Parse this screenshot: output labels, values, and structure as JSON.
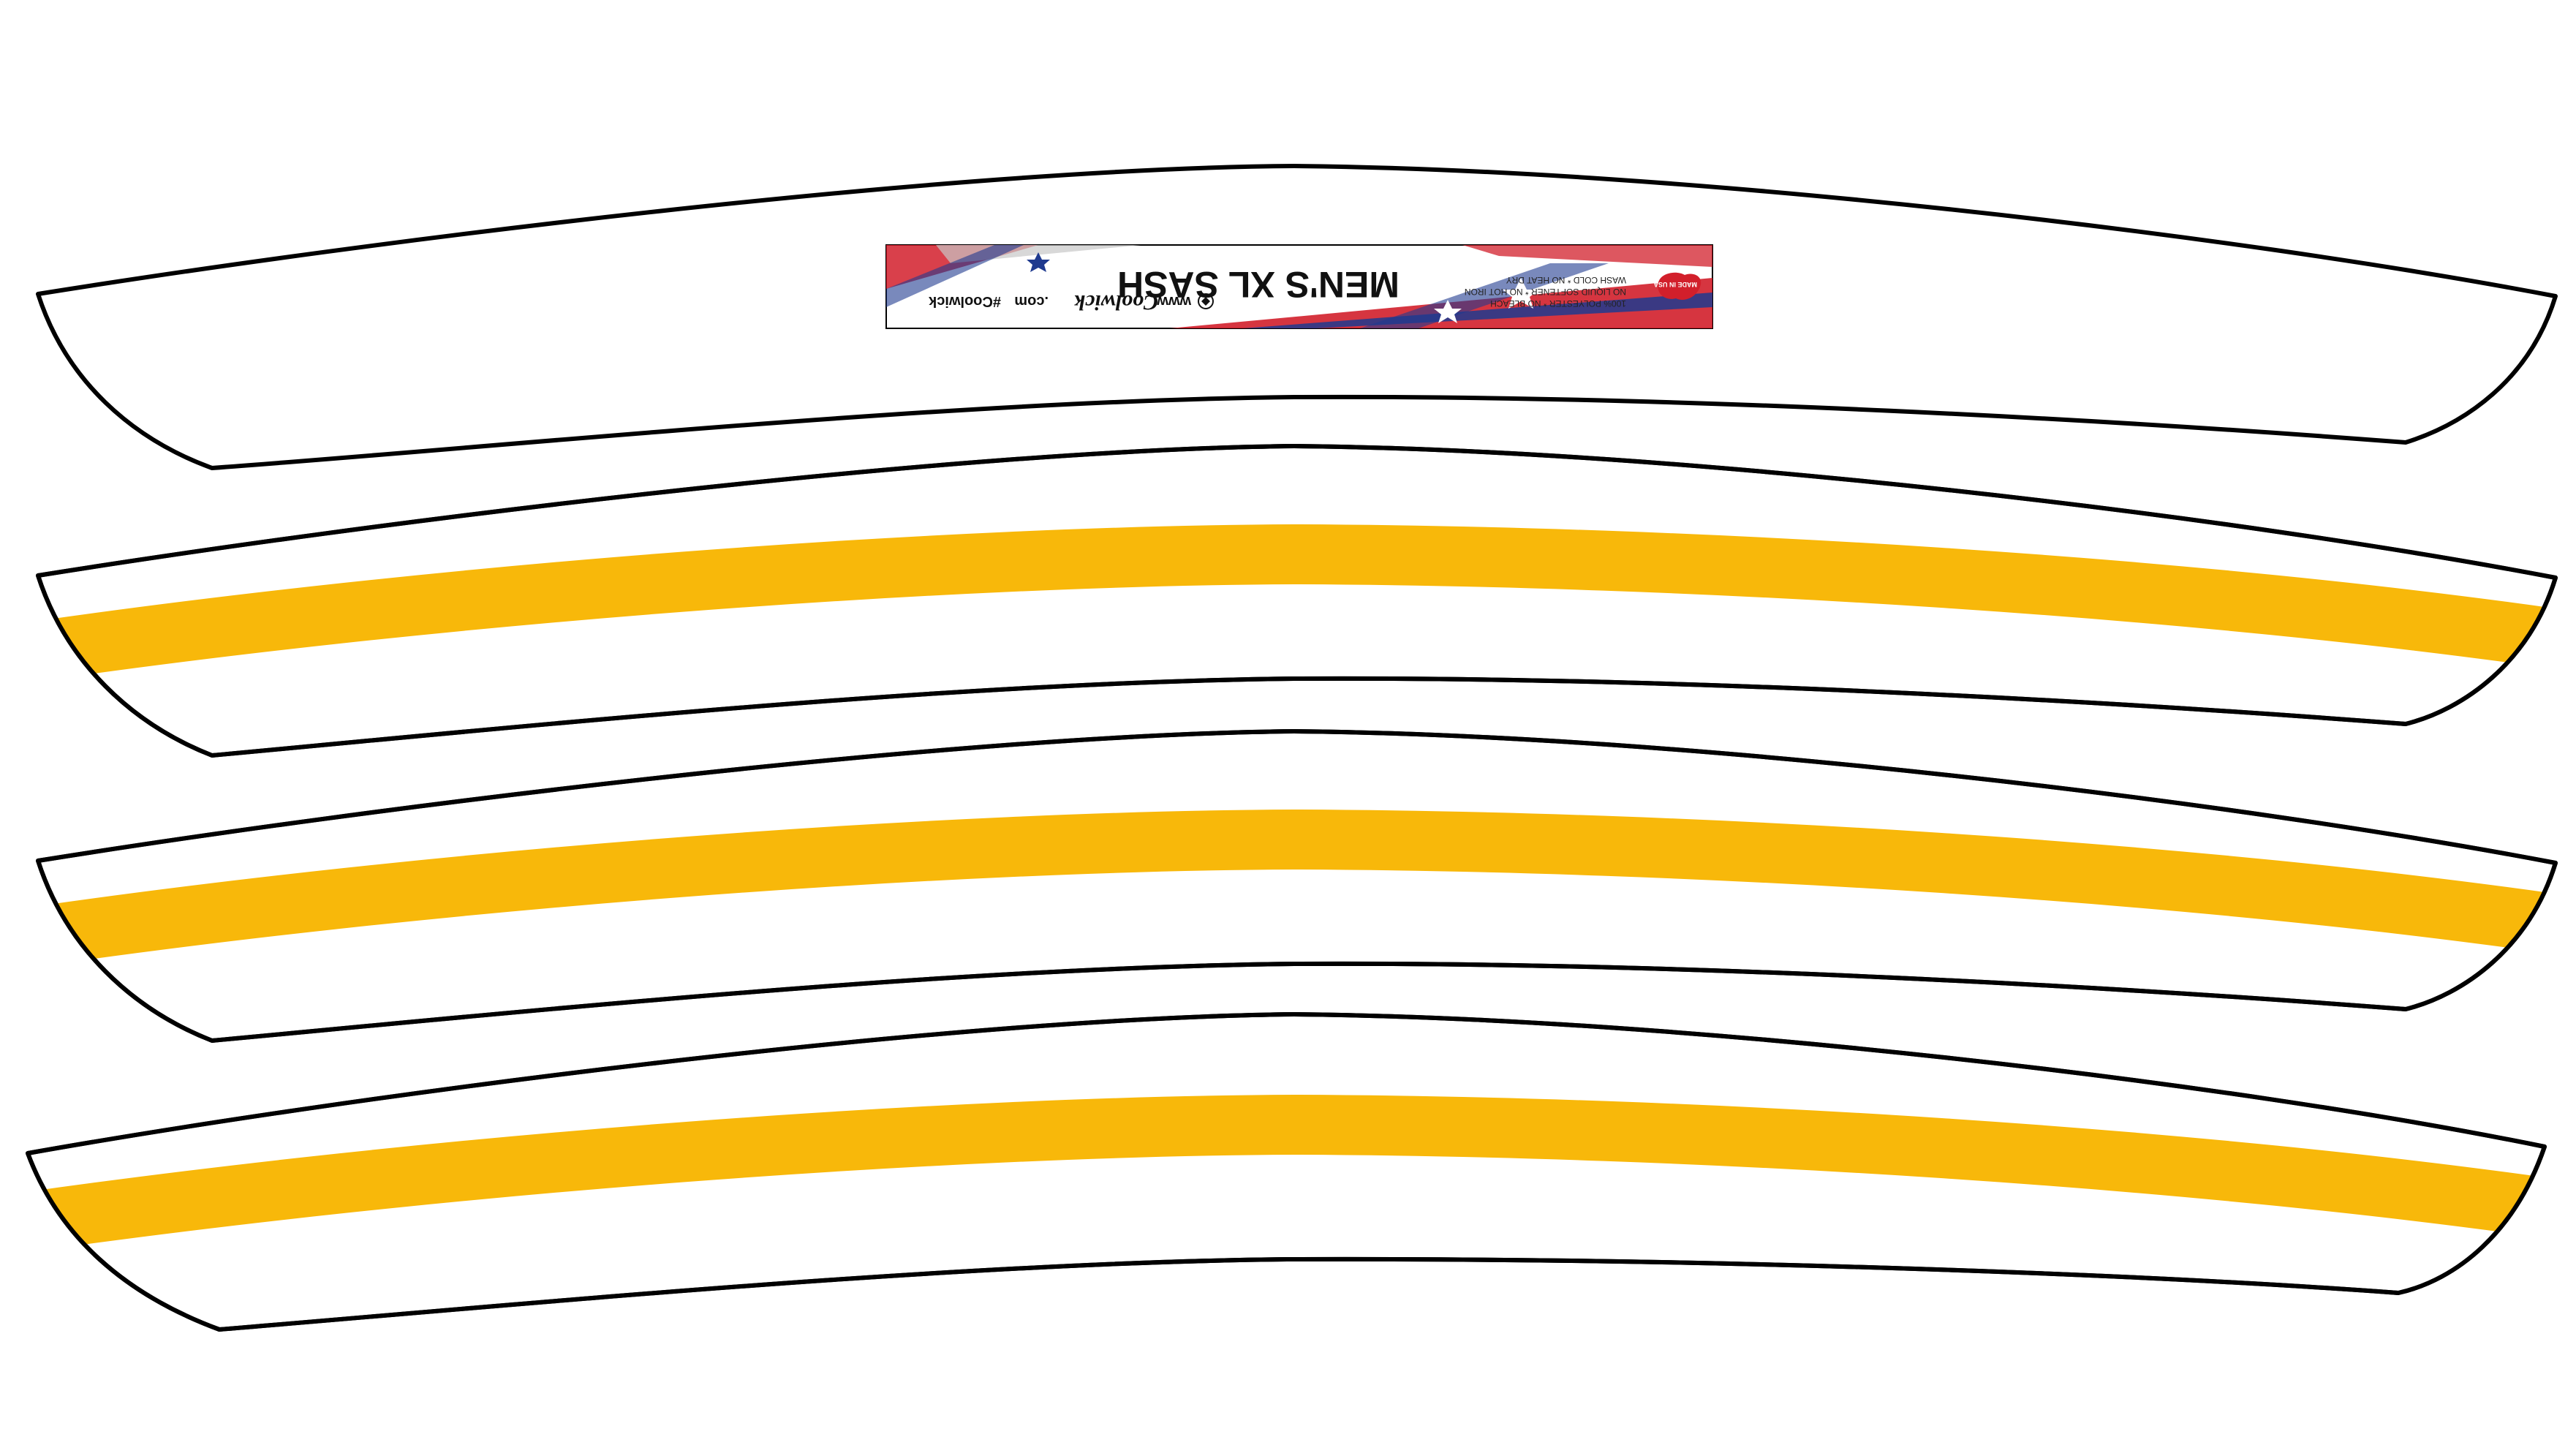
{
  "template": {
    "panels": [
      {
        "id": "panel-1",
        "stripe": false,
        "has_label": true
      },
      {
        "id": "panel-2",
        "stripe": true
      },
      {
        "id": "panel-3",
        "stripe": true
      },
      {
        "id": "panel-4",
        "stripe": true
      }
    ],
    "colors": {
      "background": "#ffffff",
      "outline": "#000000",
      "stripe": "#f8b80a",
      "flag_red": "#d21f2b",
      "flag_blue": "#1f3a8f",
      "flag_white": "#ffffff"
    }
  },
  "label": {
    "title": "MEN'S XL SASH",
    "url": "www.",
    "brand": "Coolwick",
    "url_suffix": ".com",
    "hashtag": "#Coolwick",
    "care_lines": [
      "100% POLYESTER * NO BLEACH",
      "NO LIQUID SOFTENER * NO HOT IRON",
      "WASH COLD * NO HEAT DRY"
    ],
    "badge_text": "MADE IN USA",
    "orientation": "upside-down"
  }
}
